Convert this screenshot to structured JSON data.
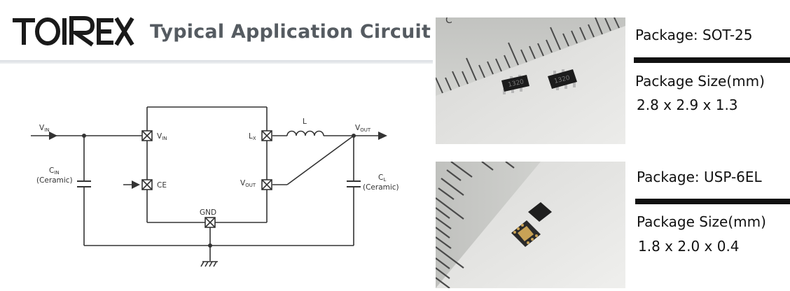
{
  "header": {
    "logo_text": "TOIREX",
    "title": "Typical Application Circuit"
  },
  "colors": {
    "title": "#555b61",
    "logo": "#1a1a1a",
    "rule": "#111111",
    "header_line": "#dde1e6"
  },
  "circuit": {
    "vin_main": "V",
    "vin_sub": "IN",
    "pin_vin_main": "V",
    "pin_vin_sub": "IN",
    "pin_ce": "CE",
    "pin_lx_main": "L",
    "pin_lx_sub": "X",
    "pin_vout_main": "V",
    "pin_vout_sub": "OUT",
    "inductor": "L",
    "vout_main": "V",
    "vout_sub": "OUT",
    "cin_main": "C",
    "cin_sub": "IN",
    "cin_type": "(Ceramic)",
    "cl_main": "C",
    "cl_sub": "L",
    "cl_type": "(Ceramic)",
    "gnd": "GND"
  },
  "photos": [
    {
      "chip_mark_1": "1320",
      "chip_mark_2": "1320"
    },
    {
      "chip_mark_1": "",
      "chip_mark_2": ""
    }
  ],
  "packages": [
    {
      "name": "Package: SOT-25",
      "size_label": "Package Size(mm)",
      "size_value": "2.8 x 2.9 x 1.3"
    },
    {
      "name": "Package: USP-6EL",
      "size_label": "Package Size(mm)",
      "size_value": "1.8 x 2.0 x 0.4"
    }
  ]
}
